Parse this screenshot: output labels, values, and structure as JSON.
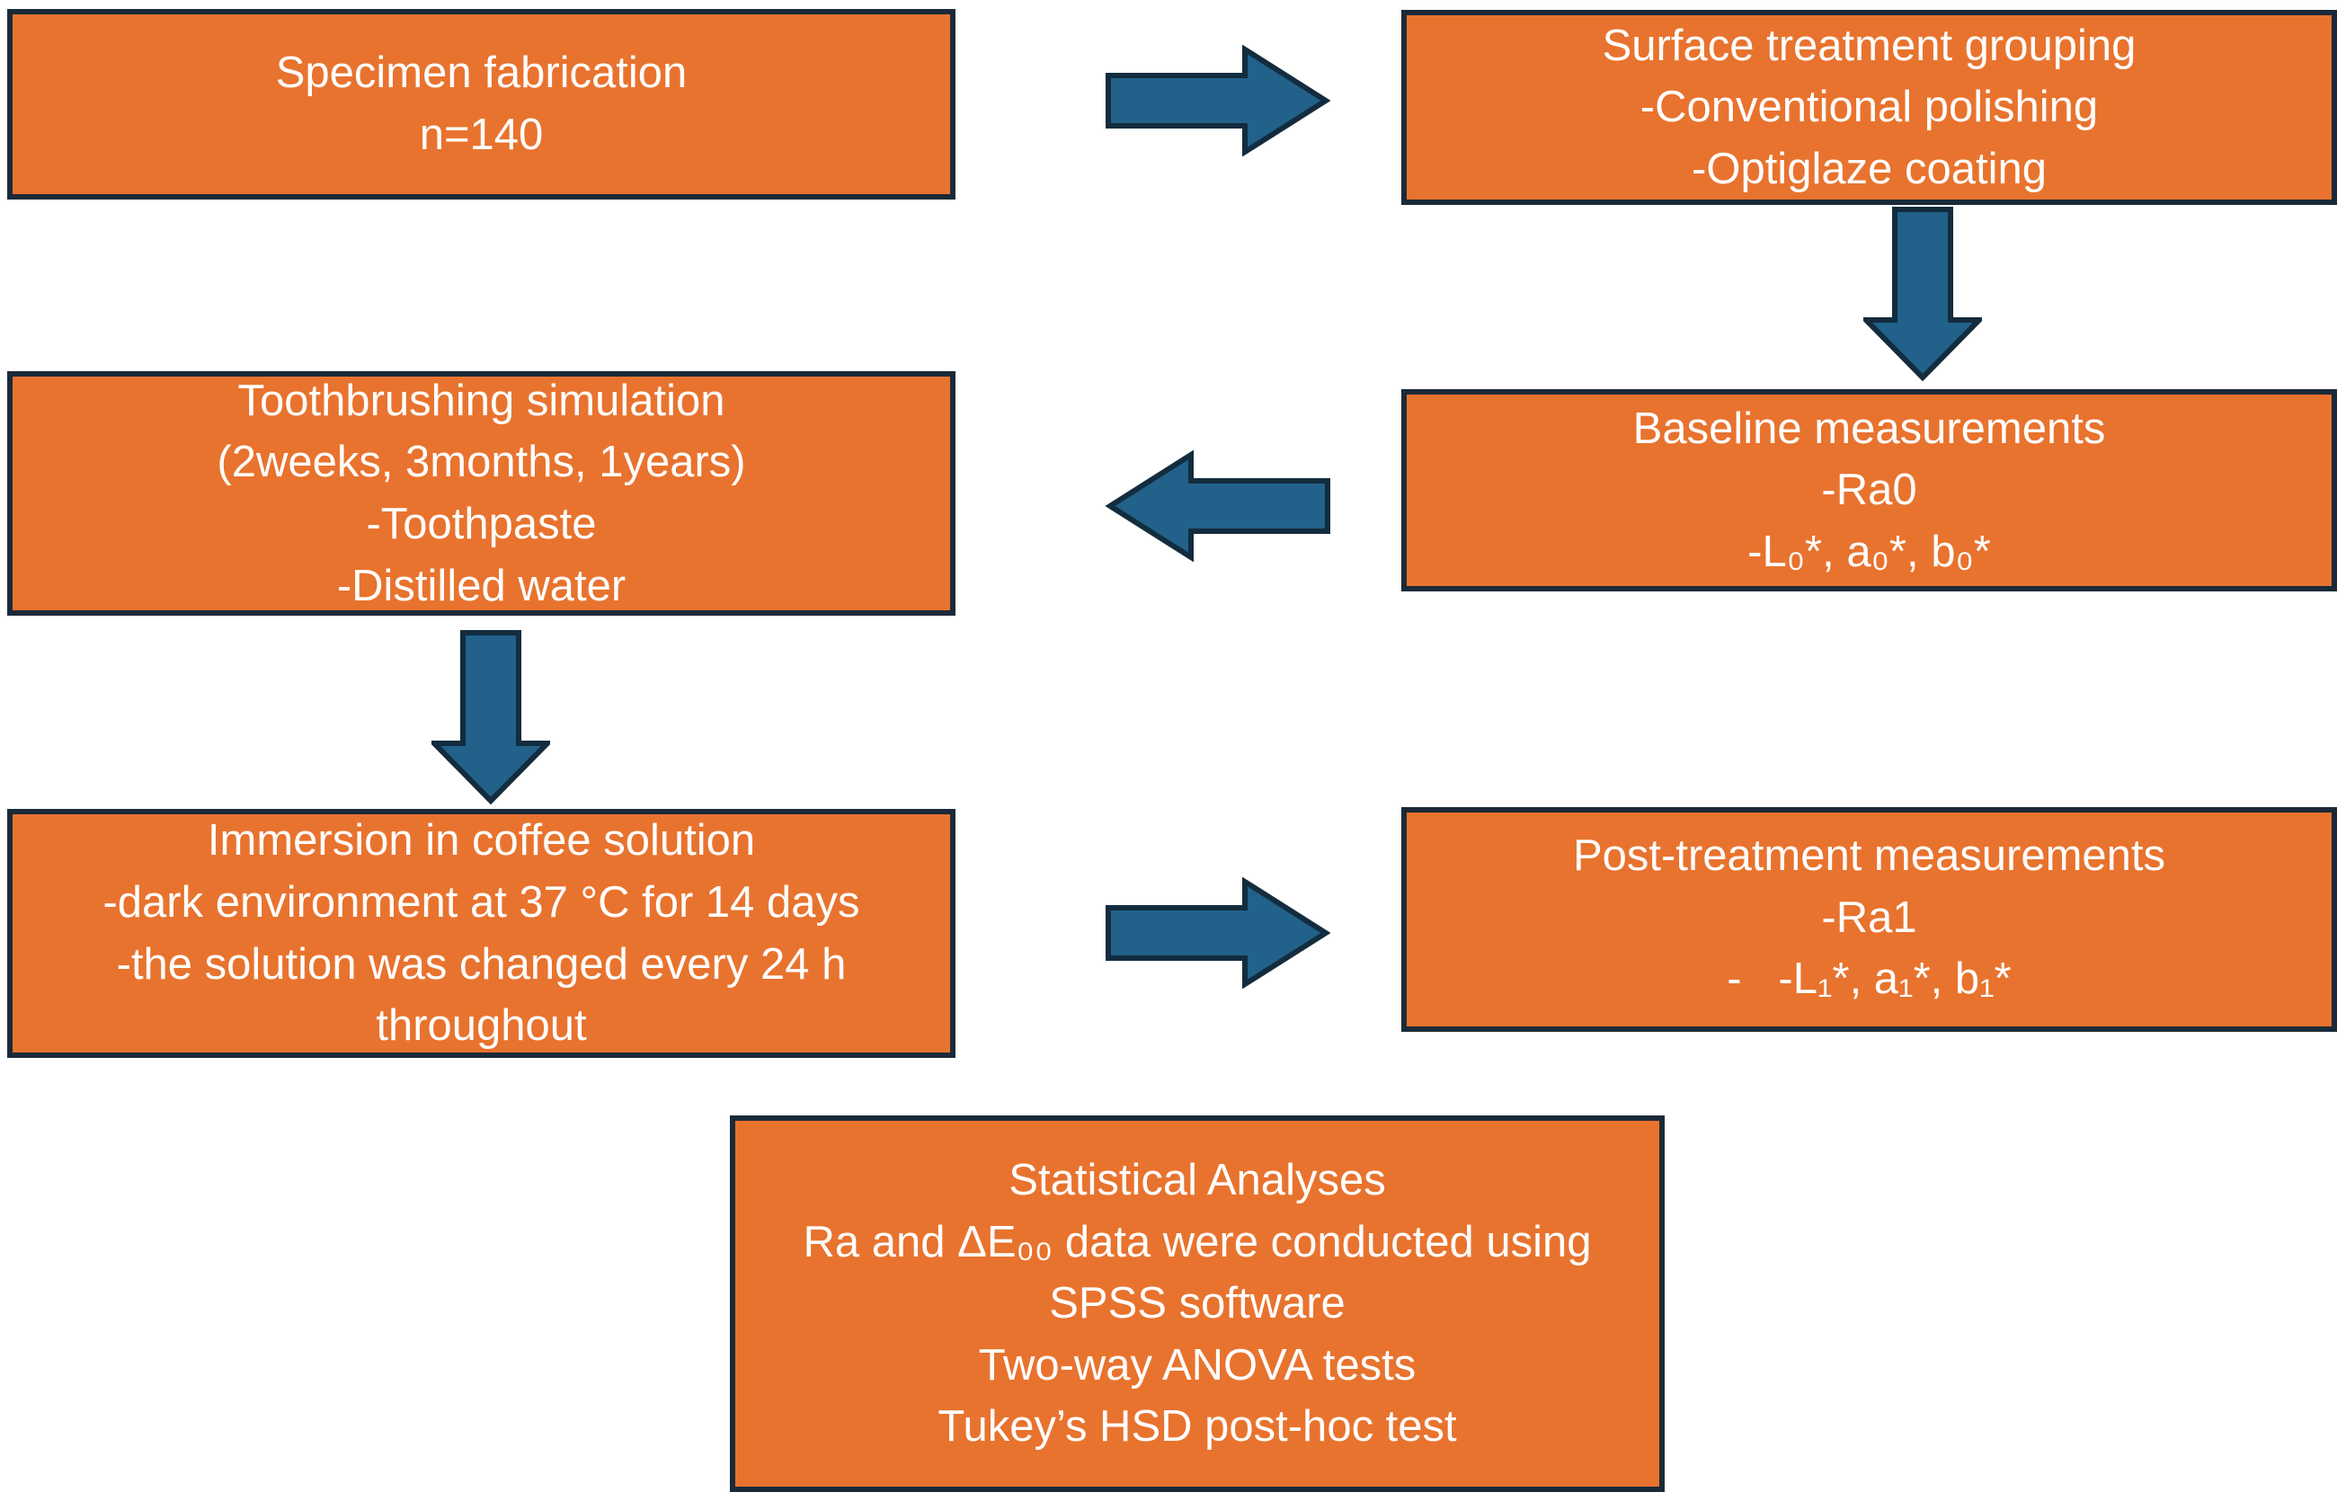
{
  "palette": {
    "background": "#ffffff",
    "box_fill": "#E8732E",
    "box_border": "#1B2A38",
    "arrow_fill": "#21618A",
    "arrow_border": "#132C3E",
    "text": "#ffffff"
  },
  "boxes": {
    "specimen": {
      "lines": [
        "Specimen fabrication",
        "n=140"
      ]
    },
    "surface": {
      "lines": [
        "Surface treatment grouping",
        "-Conventional polishing",
        "-Optiglaze coating"
      ]
    },
    "baseline": {
      "lines": [
        "Baseline measurements",
        "-Ra0",
        "-L₀*, a₀*, b₀*"
      ]
    },
    "toothbrushing": {
      "lines": [
        "Toothbrushing simulation",
        "(2weeks, 3months, 1years)",
        "-Toothpaste",
        "-Distilled water"
      ]
    },
    "immersion": {
      "lines": [
        "Immersion in coffee solution",
        "-dark environment at 37 °C for 14 days",
        "-the solution was changed every 24 h",
        "throughout"
      ]
    },
    "posttreatment": {
      "lines": [
        "Post-treatment measurements",
        "-Ra1",
        "-   -L₁*, a₁*, b₁*"
      ]
    },
    "statistical": {
      "lines": [
        "Statistical Analyses",
        "Ra and ΔE₀₀ data were conducted using",
        "SPSS software",
        "Two-way ANOVA tests",
        "Tukey’s HSD post-hoc test"
      ]
    }
  },
  "arrows": {
    "specimen_to_surface": "right",
    "surface_to_baseline": "down",
    "baseline_to_toothbrushing": "left",
    "toothbrushing_to_immersion": "down",
    "immersion_to_posttreatment": "right"
  }
}
